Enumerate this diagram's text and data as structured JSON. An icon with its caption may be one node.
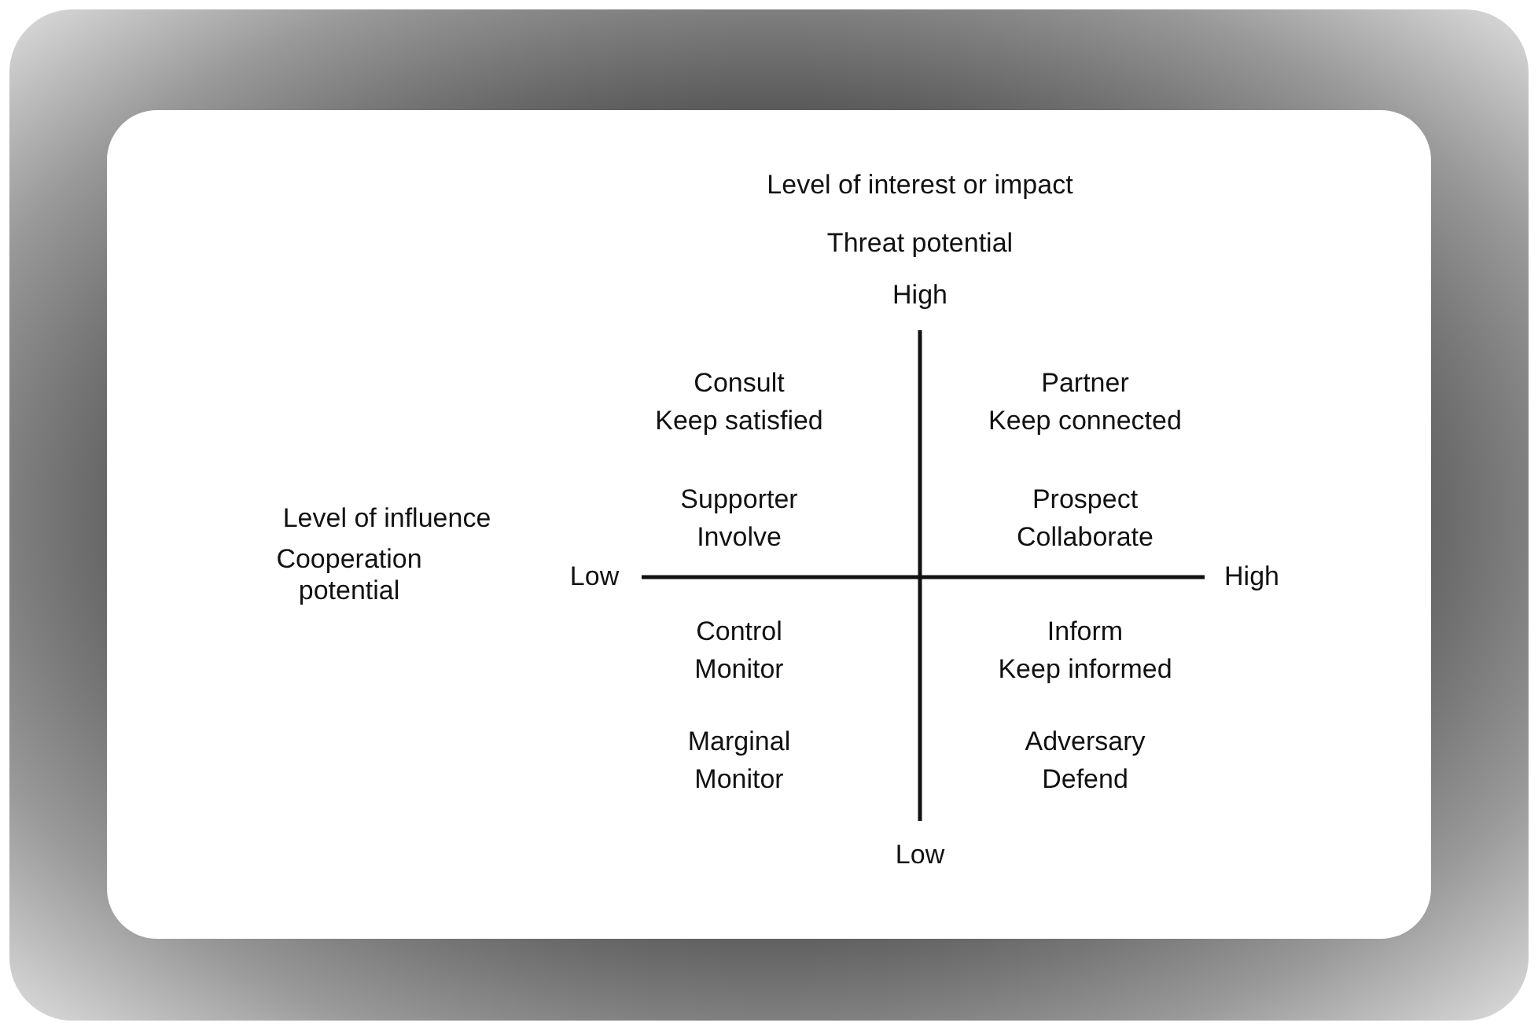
{
  "diagram": {
    "labels": [
      "Level of interest or impact",
      "Threat potential",
      "High",
      "Consult",
      "Keep satisfied",
      "Partner",
      "Keep connected",
      "Level of influence",
      "Cooperation potential",
      "Supporter",
      "Involve",
      "Prospect",
      "Collaborate",
      "Low",
      "High",
      "Control",
      "Monitor",
      "Inform",
      "Keep informed",
      "Marginal",
      "Monitor",
      "Adversary",
      "Defend",
      "Low"
    ]
  }
}
